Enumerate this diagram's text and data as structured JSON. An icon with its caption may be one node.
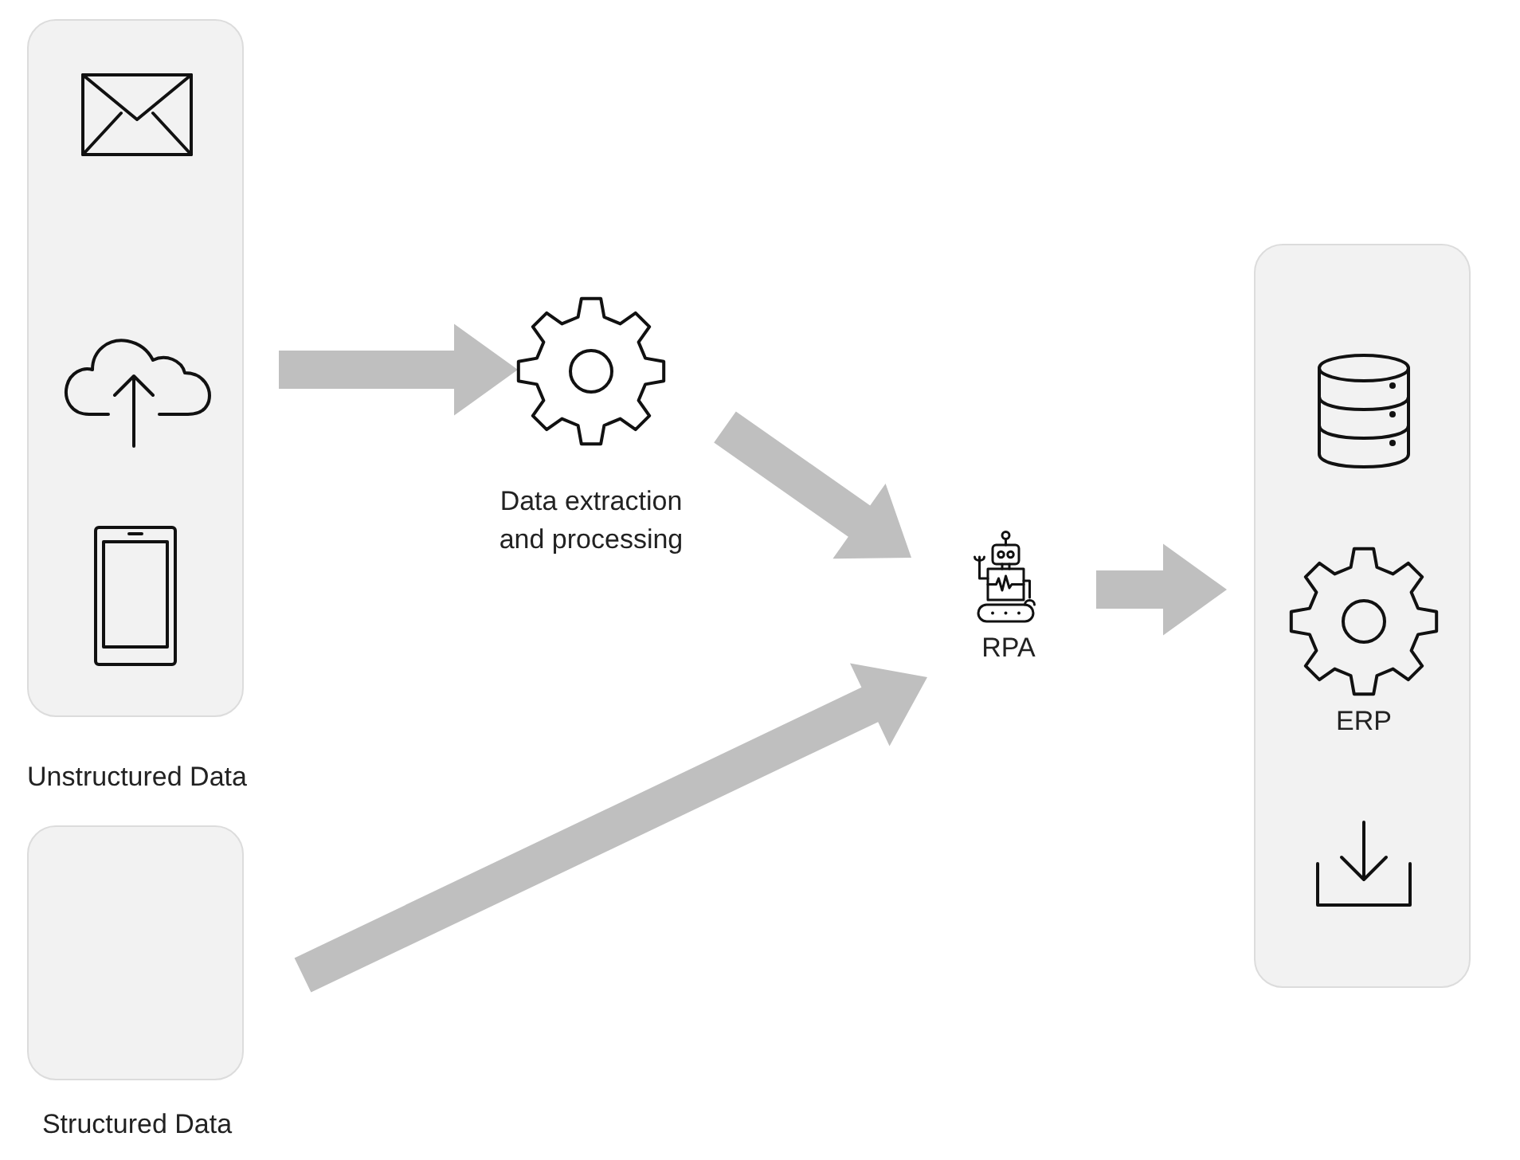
{
  "diagram": {
    "nodes": [
      {
        "text": [
          "Unstructured Data"
        ]
      },
      {
        "text": [
          "Structured Data"
        ]
      },
      {
        "text": [
          "Data extraction and processing"
        ]
      },
      {
        "text": [
          "RPA"
        ]
      },
      {
        "text": [
          "ERP"
        ]
      }
    ],
    "edges": [
      {
        "from": 0,
        "to": 2,
        "arrow": "to"
      },
      {
        "from": 2,
        "to": 3,
        "arrow": "to"
      },
      {
        "from": 1,
        "to": 3,
        "arrow": "to"
      },
      {
        "from": 3,
        "to": 4,
        "arrow": "to"
      }
    ]
  }
}
